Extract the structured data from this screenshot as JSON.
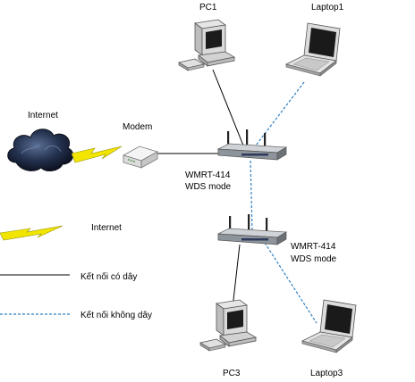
{
  "nodes": {
    "pc1": "PC1",
    "laptop1": "Laptop1",
    "internet": "Internet",
    "modem": "Modem",
    "router1_model": "WMRT-414",
    "router1_mode": "WDS mode",
    "router2_model": "WMRT-414",
    "router2_mode": "WDS mode",
    "pc3": "PC3",
    "laptop3": "Laptop3"
  },
  "legend": {
    "internet": "Internet",
    "wired": "Kết nối có dây",
    "wireless": "Kết nối không dây"
  },
  "colors": {
    "wired": "#000000",
    "wireless": "#2f7fc1",
    "cloud": "#1f2a40",
    "lightning": "#f2e600"
  }
}
